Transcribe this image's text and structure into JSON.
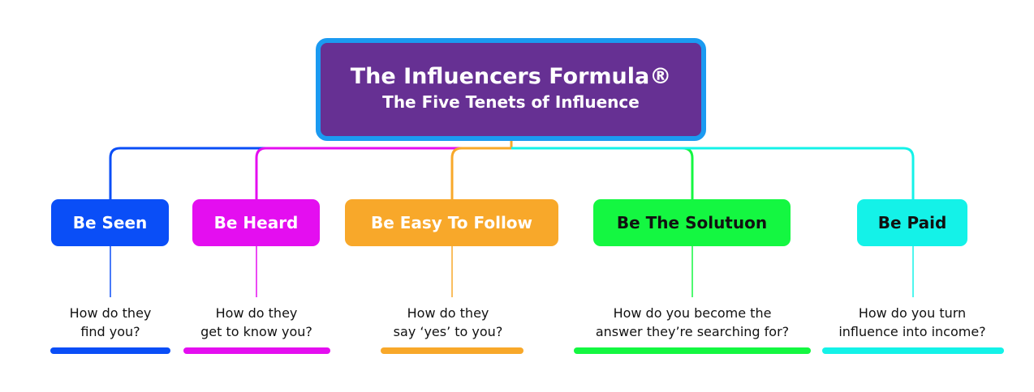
{
  "root": {
    "title": "The Influencers Formula®",
    "subtitle": "The Five Tenets of Influence"
  },
  "colors": {
    "root_fill": "#663093",
    "root_border": "#1b9af1",
    "text_dark": "#111111",
    "text_light": "#ffffff"
  },
  "branches": [
    {
      "label": "Be Seen",
      "color": "#0a4ef7",
      "text_color": "#ffffff",
      "question_line1": "How do they",
      "question_line2": "find you?"
    },
    {
      "label": "Be Heard",
      "color": "#e40ef0",
      "text_color": "#ffffff",
      "question_line1": "How do they",
      "question_line2": "get to know you?"
    },
    {
      "label": "Be Easy To Follow",
      "color": "#f8a82a",
      "text_color": "#ffffff",
      "question_line1": "How do they",
      "question_line2": "say ‘yes’ to you?"
    },
    {
      "label": "Be The Solutuon",
      "color": "#14f741",
      "text_color": "#111111",
      "question_line1": "How do you become the",
      "question_line2": "answer they’re searching for?"
    },
    {
      "label": "Be Paid",
      "color": "#14f2e8",
      "text_color": "#111111",
      "question_line1": "How do you turn",
      "question_line2": "influence into income?"
    }
  ]
}
